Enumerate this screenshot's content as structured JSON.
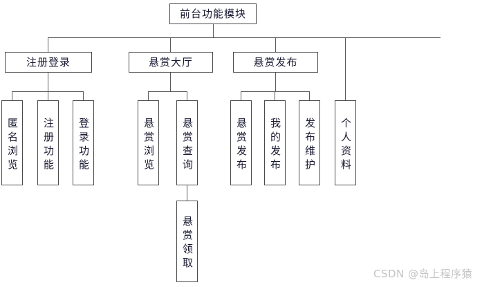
{
  "diagram": {
    "title": "前台功能模块",
    "root": {
      "label": "前台功能模块"
    },
    "groups": [
      {
        "label": "注册登录",
        "children": [
          {
            "label": "匿名浏览"
          },
          {
            "label": "注册功能"
          },
          {
            "label": "登录功能"
          }
        ]
      },
      {
        "label": "悬赏大厅",
        "children": [
          {
            "label": "悬赏浏览"
          },
          {
            "label": "悬赏查询",
            "children": [
              {
                "label": "悬赏领取"
              }
            ]
          }
        ]
      },
      {
        "label": "悬赏发布",
        "children": [
          {
            "label": "悬赏发布"
          },
          {
            "label": "我的发布"
          },
          {
            "label": "发布维护"
          }
        ]
      }
    ],
    "standalone": [
      {
        "label": "个人资料"
      }
    ]
  },
  "watermark": {
    "text": "CSDN @岛上程序猿"
  },
  "colors": {
    "background": "#ffffff",
    "box_border": "#4a4a4a",
    "line": "#5a5a5a",
    "text": "#1a1a33",
    "watermark": "#c3c3c3"
  }
}
